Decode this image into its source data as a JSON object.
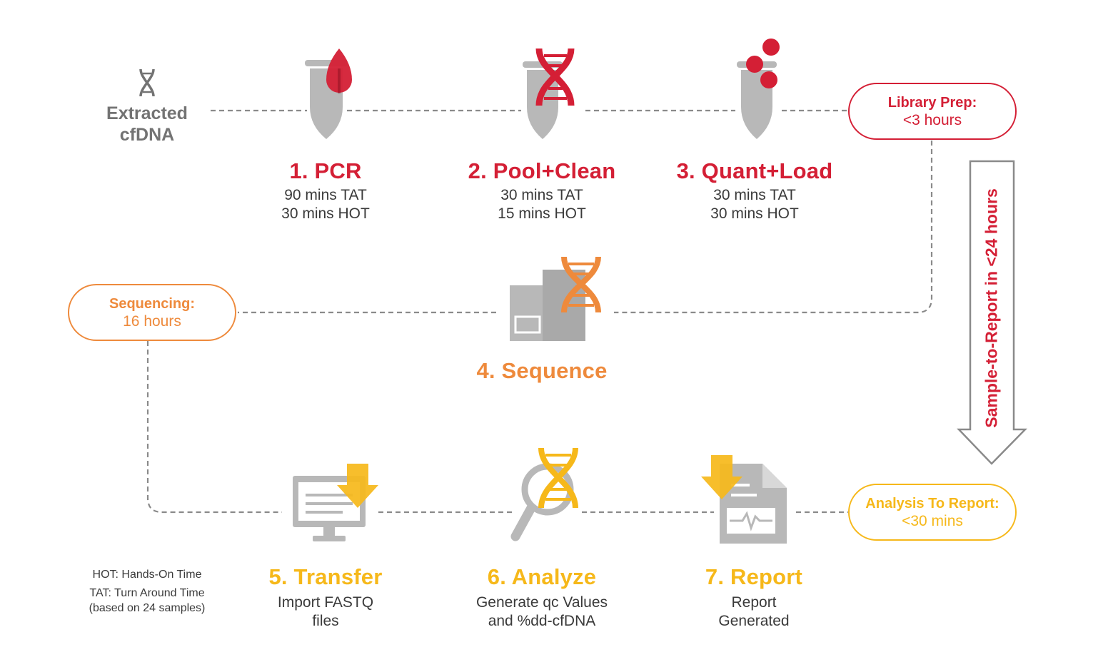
{
  "colors": {
    "red": "#d41f35",
    "orange": "#ee8a3c",
    "yellow": "#f6b81a",
    "gray": "#b8b8b8",
    "dark_gray": "#737373",
    "line": "#8a8a8a"
  },
  "start": {
    "line1": "Extracted",
    "line2": "cfDNA",
    "icon": "dna-icon"
  },
  "steps": [
    {
      "title": "1. PCR",
      "line1": "90 mins TAT",
      "line2": "30 mins HOT",
      "icon": "tube-blood-drop-icon"
    },
    {
      "title": "2. Pool+Clean",
      "line1": "30 mins TAT",
      "line2": "15 mins HOT",
      "icon": "tube-dna-icon"
    },
    {
      "title": "3. Quant+Load",
      "line1": "30 mins TAT",
      "line2": "30 mins HOT",
      "icon": "tube-beads-icon"
    },
    {
      "title": "4. Sequence",
      "icon": "sequencer-icon"
    },
    {
      "title": "5. Transfer",
      "line1": "Import FASTQ",
      "line2": "files",
      "icon": "monitor-download-icon"
    },
    {
      "title": "6. Analyze",
      "line1": "Generate qc Values",
      "line2": "and %dd-cfDNA",
      "icon": "magnifier-dna-icon"
    },
    {
      "title": "7. Report",
      "line1": "Report",
      "line2": "Generated",
      "icon": "report-document-icon"
    }
  ],
  "phases": {
    "library_prep": {
      "label": "Library Prep:",
      "value": "<3 hours"
    },
    "sequencing": {
      "label": "Sequencing:",
      "value": "16 hours"
    },
    "analysis": {
      "label": "Analysis To Report:",
      "value": "<30 mins"
    }
  },
  "total": {
    "label": "Sample-to-Report in <24 hours",
    "icon": "down-arrow-icon"
  },
  "legend": {
    "hot": "HOT: Hands-On Time",
    "tat": "TAT: Turn Around Time",
    "note": "(based on 24 samples)"
  }
}
